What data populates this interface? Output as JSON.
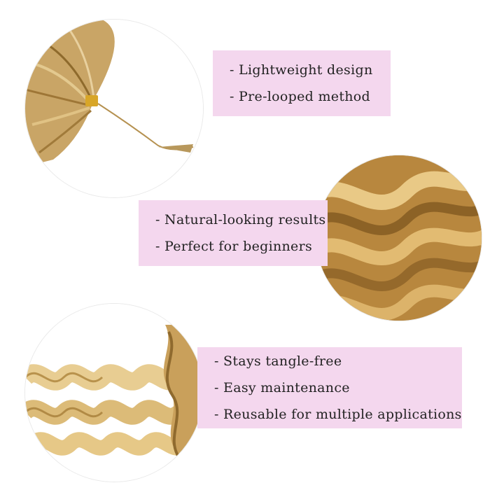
{
  "features": {
    "group1": [
      "- Lightweight design",
      "- Pre-looped method"
    ],
    "group2": [
      "- Natural-looking results",
      "- Perfect for beginners"
    ],
    "group3": [
      "- Stays tangle-free",
      "- Easy maintenance",
      "- Reusable for multiple  applications"
    ]
  },
  "colors": {
    "panel": "#f4d7ee",
    "hair_light": "#e6c88c",
    "hair_dark": "#a87a34",
    "clip": "#d8a628"
  },
  "images": [
    "pre-looped-hair-closeup",
    "wavy-hair-texture-closeup",
    "wavy-hair-strands"
  ]
}
